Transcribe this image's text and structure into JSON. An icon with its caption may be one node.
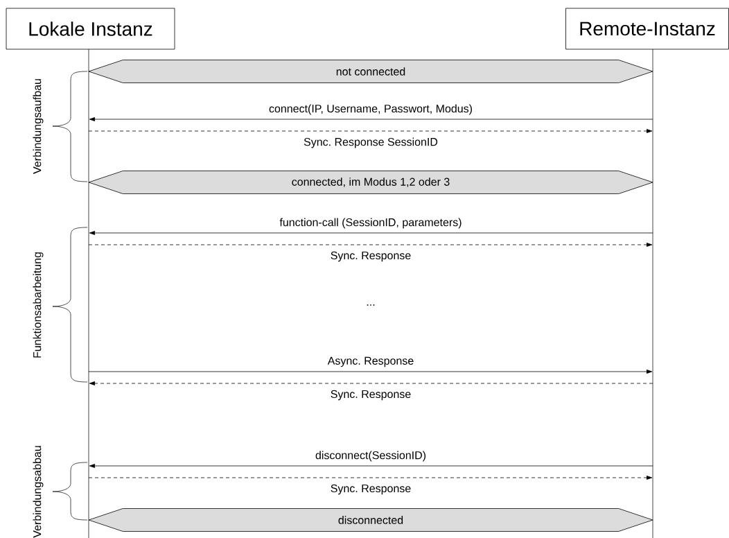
{
  "diagram": {
    "nodes": [
      {
        "text": [
          "Lokale Instanz"
        ]
      },
      {
        "text": [
          "Remote-Instanz"
        ]
      },
      {
        "text": [],
        "shape": "bar"
      },
      {
        "text": [],
        "shape": "bar"
      },
      {
        "text": [
          "not connected"
        ]
      },
      {
        "text": [
          "connected, im Modus 1,2 oder 3"
        ]
      },
      {
        "text": [
          "disconnected"
        ]
      }
    ],
    "edges": [
      {
        "from": 3,
        "to": 2,
        "arrow": "to",
        "label": "connect(IP, Username, Passwort, Modus)"
      },
      {
        "from": 2,
        "to": 3,
        "arrow": "to",
        "style": "dashed",
        "label": "Sync. Response SessionID"
      },
      {
        "from": 3,
        "to": 2,
        "arrow": "to",
        "label": "function-call (SessionID, parameters)"
      },
      {
        "from": 2,
        "to": 3,
        "arrow": "to",
        "style": "dashed",
        "label": "Sync. Response"
      },
      {
        "from": 2,
        "to": 3,
        "arrow": "to",
        "label": "Async. Response"
      },
      {
        "from": 3,
        "to": 2,
        "arrow": "to",
        "style": "dashed",
        "label": "Sync. Response"
      },
      {
        "from": 3,
        "to": 2,
        "arrow": "to",
        "label": "disconnect(SessionID)"
      },
      {
        "from": 2,
        "to": 3,
        "arrow": "to",
        "style": "dashed",
        "label": "Sync. Response"
      }
    ],
    "labels": [
      "Verbindungsaufbau",
      "Funktionsabarbeitung",
      "...",
      "Verbindungsabbau"
    ]
  }
}
